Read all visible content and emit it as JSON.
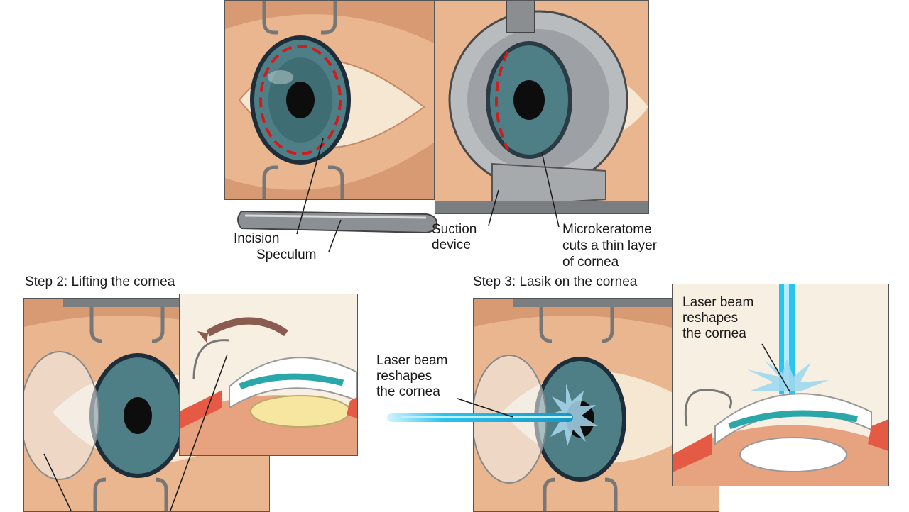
{
  "step2": {
    "heading": "Step 2: Lifting the cornea"
  },
  "step3": {
    "heading": "Step 3: Lasik on the cornea"
  },
  "labels": {
    "incision": "Incision",
    "speculum": "Speculum",
    "suction_l1": "Suction",
    "suction_l2": "device",
    "micro_l1": "Microkeratome",
    "micro_l2": "cuts a thin layer",
    "micro_l3": "of cornea",
    "laser_left_l1": "Laser beam",
    "laser_left_l2": "reshapes",
    "laser_left_l3": "the cornea",
    "laser_right_l1": "Laser beam",
    "laser_right_l2": "reshapes",
    "laser_right_l3": "the cornea"
  },
  "colors": {
    "skin": "#e9b68f",
    "sclera": "#f6e7d2",
    "iris": "#4f7f86",
    "incision_line": "#d01c1c",
    "laser": "#29c4ef",
    "device_metal": "#b9bcbf"
  }
}
